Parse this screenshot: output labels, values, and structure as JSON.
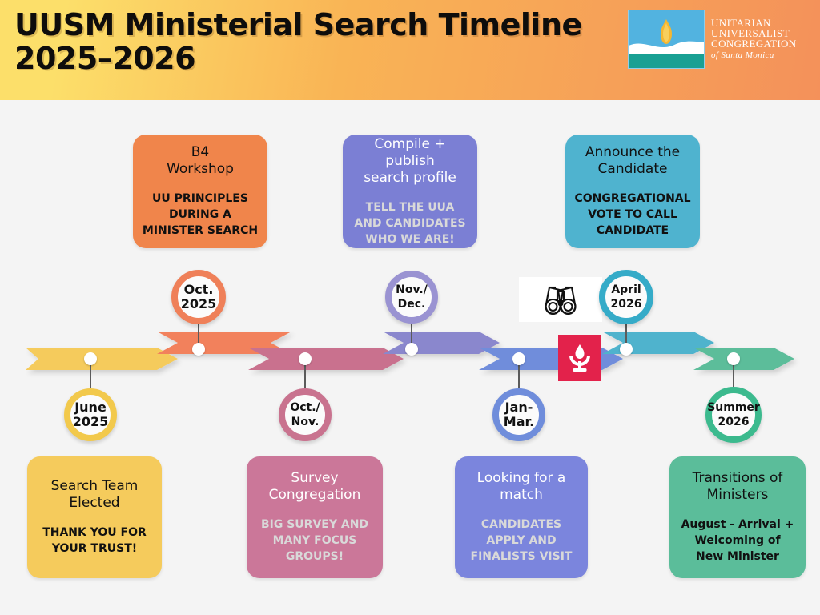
{
  "header": {
    "title": "UUSM Ministerial Search Timeline\n2025–2026",
    "logo": {
      "line1": "UNITARIAN",
      "line2": "UNIVERSALIST",
      "line3": "CONGREGATION",
      "line4": "of Santa Monica",
      "mark_sky_color": "#52b3e0",
      "mark_sea_color": "#19a093",
      "mark_flame_color": "#f5b731"
    },
    "bg_start_color": "#fcdf6a",
    "bg_end_color": "#f4915a"
  },
  "top_cards": [
    {
      "title": "B4\nWorkshop",
      "sub": "UU  PRINCIPLES\nDURING A\nMINISTER  SEARCH",
      "color": "#f0854b"
    },
    {
      "title": "Compile + publish\nsearch profile",
      "sub": "TELL THE UUA\nAND CANDIDATES\nWHO WE ARE!",
      "color": "#7b7fd4"
    },
    {
      "title": "Announce the\nCandidate",
      "sub": "CONGREGATIONAL\nVOTE TO CALL\nCANDIDATE",
      "color": "#4fb3cf"
    }
  ],
  "bottom_cards": [
    {
      "title": "Search Team\nElected",
      "sub": "THANK YOU FOR\nYOUR TRUST!",
      "color": "#f5cb5c"
    },
    {
      "title": "Survey\nCongregation",
      "sub": "BIG SURVEY AND\nMANY FOCUS\nGROUPS!",
      "color": "#cb7799"
    },
    {
      "title": "Looking for a\nmatch",
      "sub": "CANDIDATES\nAPPLY AND\nFINALISTS VISIT",
      "color": "#7b85dd"
    },
    {
      "title": "Transitions of\nMinisters",
      "sub": "August - Arrival +\nWelcoming of\nNew Minister",
      "color": "#5bbd9a"
    }
  ],
  "markers": [
    {
      "label": "June\n2025",
      "ring_color": "#f2c94c",
      "position": "below"
    },
    {
      "label": "Oct.\n2025",
      "ring_color": "#ef8059",
      "position": "above"
    },
    {
      "label": "Oct./\nNov.",
      "ring_color": "#c9738f",
      "position": "below"
    },
    {
      "label": "Nov./\nDec.",
      "ring_color": "#9a93d2",
      "position": "above"
    },
    {
      "label": "Jan-\nMar.",
      "ring_color": "#6f8ddb",
      "position": "below"
    },
    {
      "label": "April\n2026",
      "ring_color": "#35abc8",
      "position": "above"
    },
    {
      "label": "Summer\n2026",
      "ring_color": "#3cba8e",
      "position": "below"
    }
  ],
  "arrow_segments": [
    {
      "name": "june-segment",
      "color": "#f5cb5c",
      "row": "low"
    },
    {
      "name": "october-segment",
      "color": "#f2815c",
      "row": "high"
    },
    {
      "name": "oct-nov-segment",
      "color": "#c9718e",
      "row": "low"
    },
    {
      "name": "nov-dec-segment",
      "color": "#8a87cd",
      "row": "high"
    },
    {
      "name": "jan-mar-segment",
      "color": "#6f8ddb",
      "row": "low"
    },
    {
      "name": "april-segment",
      "color": "#4fb3cd",
      "row": "high"
    },
    {
      "name": "summer-segment",
      "color": "#5bbd9a",
      "row": "low"
    }
  ],
  "icons": {
    "binoculars": "binoculars-icon",
    "chalice": "uua-chalice-icon",
    "chalice_bg_color": "#e3224b"
  }
}
